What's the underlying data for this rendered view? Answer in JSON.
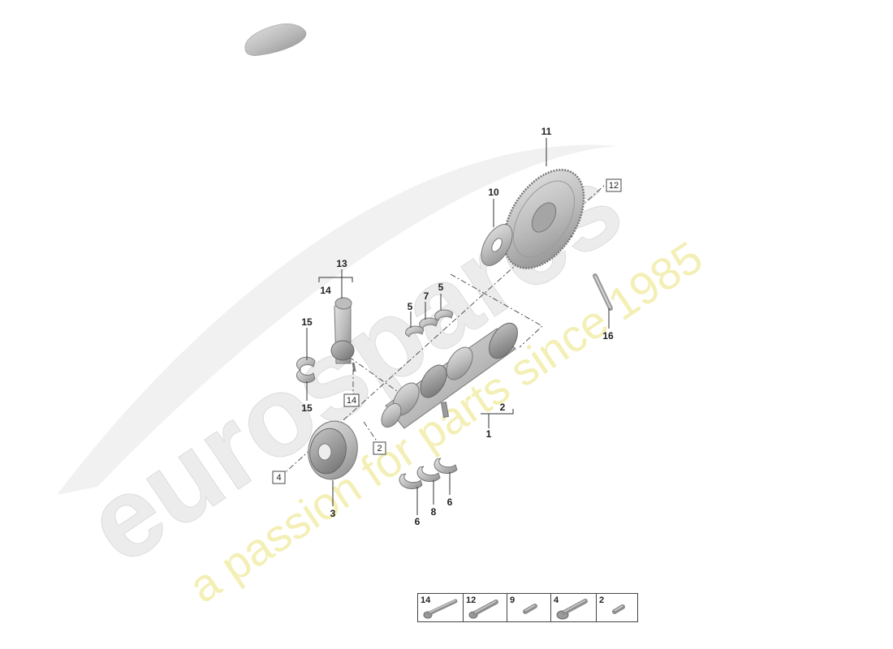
{
  "watermark": {
    "brand": "eurospares",
    "tagline": "a passion for parts since 1985"
  },
  "callouts": [
    "1",
    "2",
    "3",
    "5",
    "5",
    "6",
    "6",
    "7",
    "8",
    "10",
    "11",
    "13",
    "14",
    "15",
    "15",
    "16"
  ],
  "boxed_refs": [
    "12",
    "14",
    "2",
    "4"
  ],
  "fastener_table": {
    "cells": [
      {
        "number": "14",
        "icon": "long-hex-bolt-icon"
      },
      {
        "number": "12",
        "icon": "socket-cap-bolt-icon"
      },
      {
        "number": "9",
        "icon": "dowel-pin-icon"
      },
      {
        "number": "4",
        "icon": "flange-bolt-icon"
      },
      {
        "number": "2",
        "icon": "short-dowel-pin-icon"
      }
    ]
  },
  "colors": {
    "part_fill": "#cfcfcf",
    "part_dark": "#8e8e8e",
    "watermark_grey": "#e6e6e6",
    "watermark_yellow": "#f3efb5"
  }
}
